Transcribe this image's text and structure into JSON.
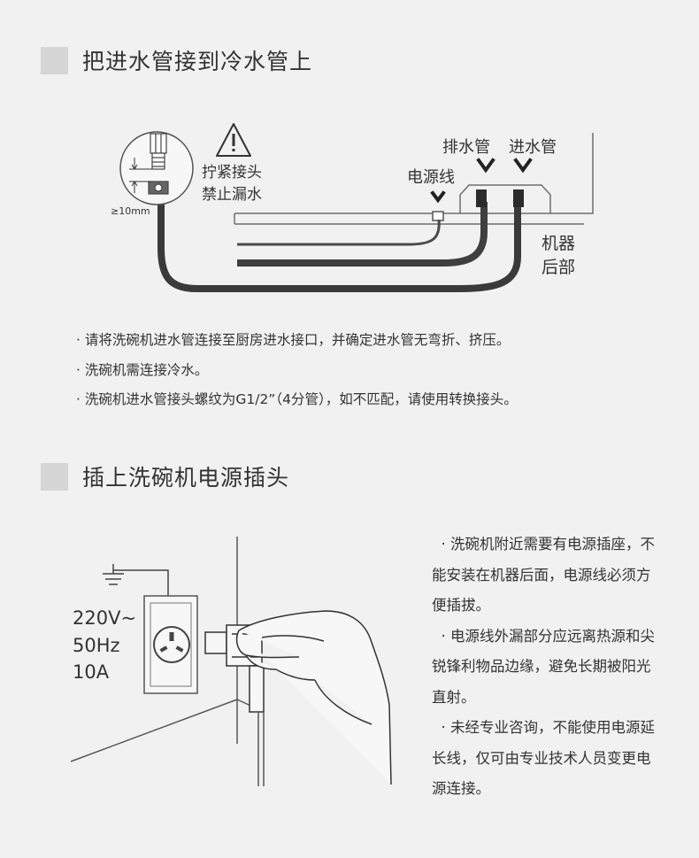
{
  "section1": {
    "title": "把进水管接到冷水管上",
    "diagram": {
      "warning_line1": "拧紧接头",
      "warning_line2": "禁止漏水",
      "dimension": "≥10mm",
      "label_power_cord": "电源线",
      "label_drain_hose": "排水管",
      "label_inlet_hose": "进水管",
      "label_back_line1": "机器",
      "label_back_line2": "后部"
    },
    "bullets": [
      "· 请将洗碗机进水管连接至厨房进水接口，并确定进水管无弯折、挤压。",
      "· 洗碗机需连接冷水。",
      "· 洗碗机进水管接头螺纹为G1/2”（4分管），如不匹配，请使用转换接头。"
    ]
  },
  "section2": {
    "title": "插上洗碗机电源插头",
    "diagram": {
      "spec_voltage": "220V~",
      "spec_frequency": "50Hz",
      "spec_current": "10A"
    },
    "paragraphs": [
      "  · 洗碗机附近需要有电源插座，不能安装在机器后面，电源线必须方便插拔。",
      "  · 电源线外漏部分应远离热源和尖锐锋利物品边缘，避免长期被阳光直射。",
      "  · 未经专业咨询，不能使用电源延长线，仅可由专业技术人员变更电源连接。"
    ]
  }
}
